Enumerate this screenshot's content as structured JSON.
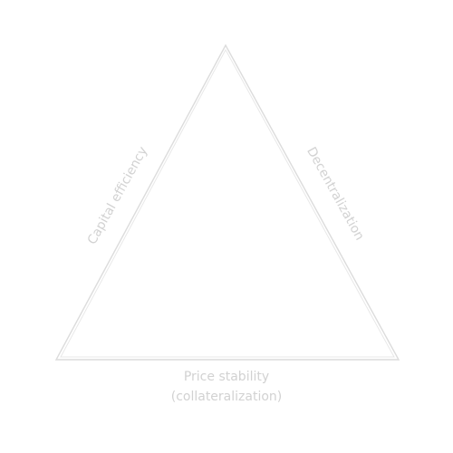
{
  "diagram": {
    "left_label": "Capital efficiency",
    "right_label": "Decentralization",
    "bottom_label_line1": "Price stability",
    "bottom_label_line2": "(collateralization)",
    "colors": {
      "background": "#ffffff",
      "stroke": "#dcdcdc",
      "text": "#d2d2d2"
    }
  }
}
